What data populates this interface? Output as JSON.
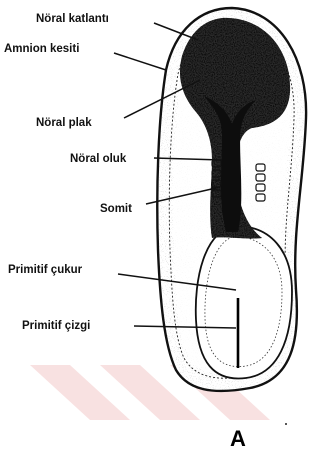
{
  "labels": {
    "neural_fold": "Nöral katlantı",
    "amnion_cut": "Amnion kesiti",
    "neural_plate": "Nöral plak",
    "neural_groove": "Nöral oluk",
    "somite": "Somit",
    "primitive_pit": "Primitif çukur",
    "primitive_streak": "Primitif çizgi"
  },
  "panel_letter": "A",
  "colors": {
    "ink": "#111111",
    "watermark": "#f3c9c9"
  }
}
